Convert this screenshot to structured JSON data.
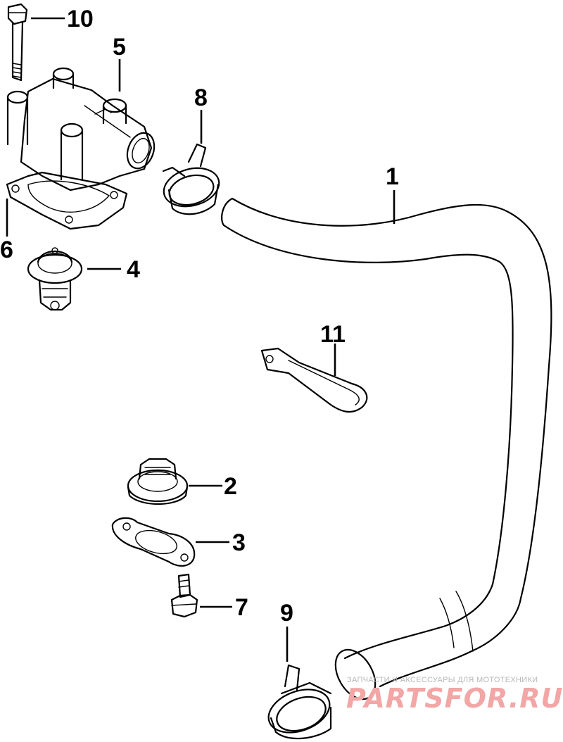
{
  "diagram": {
    "callouts": [
      {
        "id": "1",
        "label": "1"
      },
      {
        "id": "2",
        "label": "2"
      },
      {
        "id": "3",
        "label": "3"
      },
      {
        "id": "4",
        "label": "4"
      },
      {
        "id": "5",
        "label": "5"
      },
      {
        "id": "6",
        "label": "6"
      },
      {
        "id": "7",
        "label": "7"
      },
      {
        "id": "8",
        "label": "8"
      },
      {
        "id": "9",
        "label": "9"
      },
      {
        "id": "10",
        "label": "10"
      },
      {
        "id": "11",
        "label": "11"
      }
    ]
  },
  "watermark": {
    "tagline": "ЗАПЧАСТИ И АКСЕССУАРЫ ДЛЯ МОТОТЕХНИКИ",
    "logo": "PARTSFOR.RU"
  }
}
